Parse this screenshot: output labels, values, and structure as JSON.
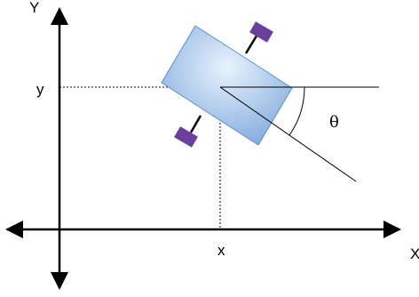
{
  "labels": {
    "y_axis": "Y",
    "x_axis": "X",
    "y_coord": "y",
    "x_coord": "x",
    "angle": "θ"
  },
  "colors": {
    "line": "#000000",
    "body_light": "#e8f2fd",
    "body_dark": "#7aa6db",
    "body_stroke": "#5e8fd0",
    "wheel": "#6a3f9e",
    "axle": "#000000"
  },
  "icons": {
    "vehicle": "robot-car-icon",
    "wheel": "wheel-icon"
  }
}
